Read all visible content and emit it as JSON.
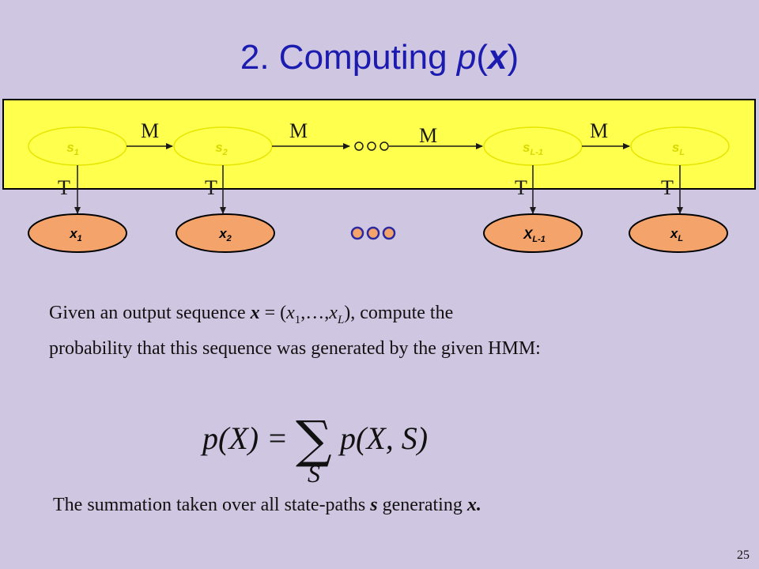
{
  "slide": {
    "title_prefix": "2. Computing ",
    "title_func": "p",
    "title_open": "(",
    "title_var": "x",
    "title_close": ")",
    "number": "25"
  },
  "diagram": {
    "states": [
      {
        "base": "s",
        "sub": "1"
      },
      {
        "base": "s",
        "sub": "2"
      },
      {
        "base": "s",
        "sub": "L-1"
      },
      {
        "base": "s",
        "sub": "L"
      }
    ],
    "observations": [
      {
        "base": "x",
        "sub": "1"
      },
      {
        "base": "x",
        "sub": "2"
      },
      {
        "base": "X",
        "sub": "L-1"
      },
      {
        "base": "x",
        "sub": "L"
      }
    ],
    "transition_label": "M",
    "emission_label": "T",
    "colors": {
      "highlight": "#ffff4d",
      "highlight_border": "#000000",
      "state_fill": "#ffff4d",
      "state_text": "#e6e600",
      "obs_fill": "#f4a46b",
      "dots_fill": "#f4a46b",
      "dots_stroke": "#2a2aa0"
    }
  },
  "description": {
    "line1_a": "Given an output sequence ",
    "line1_x": "x",
    "line1_b": " = (",
    "line1_x1": "x",
    "line1_sub1": "1",
    "line1_c": ",…,",
    "line1_xL": "x",
    "line1_subL": "L",
    "line1_d": "), compute  the",
    "line2": "probability that this sequence was generated by the given HMM:"
  },
  "formula": {
    "lhs": "p(X) =",
    "sum": "∑",
    "rhs": "p(X, S)",
    "index": "S"
  },
  "summary": {
    "text_a": "The summation taken over all state-paths ",
    "s": "s",
    "text_b": " generating ",
    "x": "x.",
    "text_c": ""
  }
}
